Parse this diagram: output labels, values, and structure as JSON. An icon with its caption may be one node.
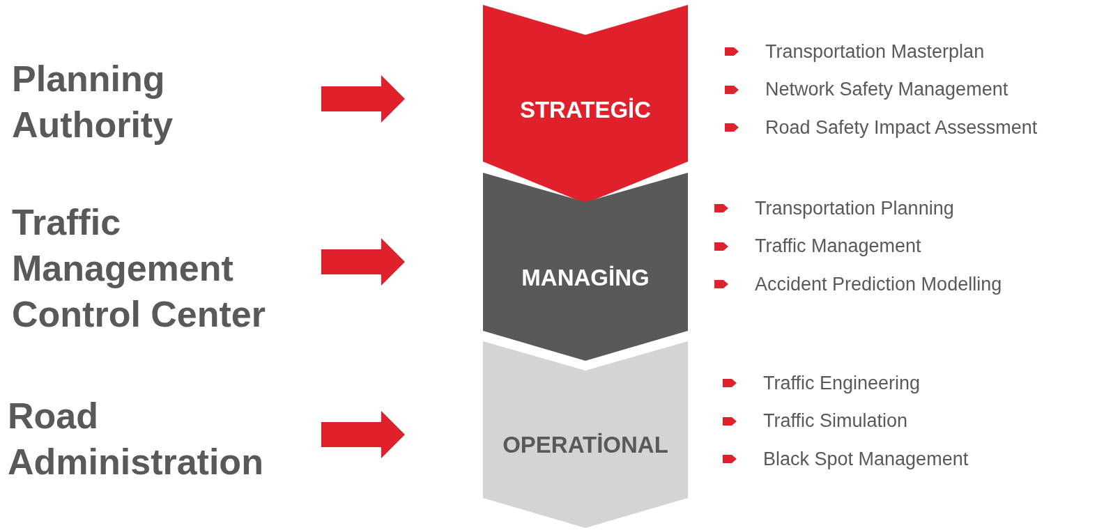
{
  "diagram": {
    "nodes": [
      {
        "text": [
          "Planning Authority"
        ]
      },
      {
        "text": [
          "Traffic Management Control Center"
        ]
      },
      {
        "text": [
          "Road Administration"
        ]
      },
      {
        "text": [
          "STRATEGİC"
        ],
        "beside": [
          "Transportation Masterplan",
          "Network Safety Management",
          "Road Safety Impact Assessment"
        ]
      },
      {
        "text": [
          "MANAGİNG"
        ],
        "beside": [
          "Transportation Planning",
          "Traffic Management",
          "Accident Prediction Modelling"
        ]
      },
      {
        "text": [
          "OPERATİONAL"
        ],
        "beside": [
          "Traffic Engineering",
          "Traffic Simulation",
          "Black Spot Management"
        ]
      }
    ],
    "edges": [
      {
        "from": null,
        "to": 3,
        "arrow": "to"
      },
      {
        "from": null,
        "to": 4,
        "arrow": "to"
      },
      {
        "from": null,
        "to": 5,
        "arrow": "to"
      }
    ]
  }
}
